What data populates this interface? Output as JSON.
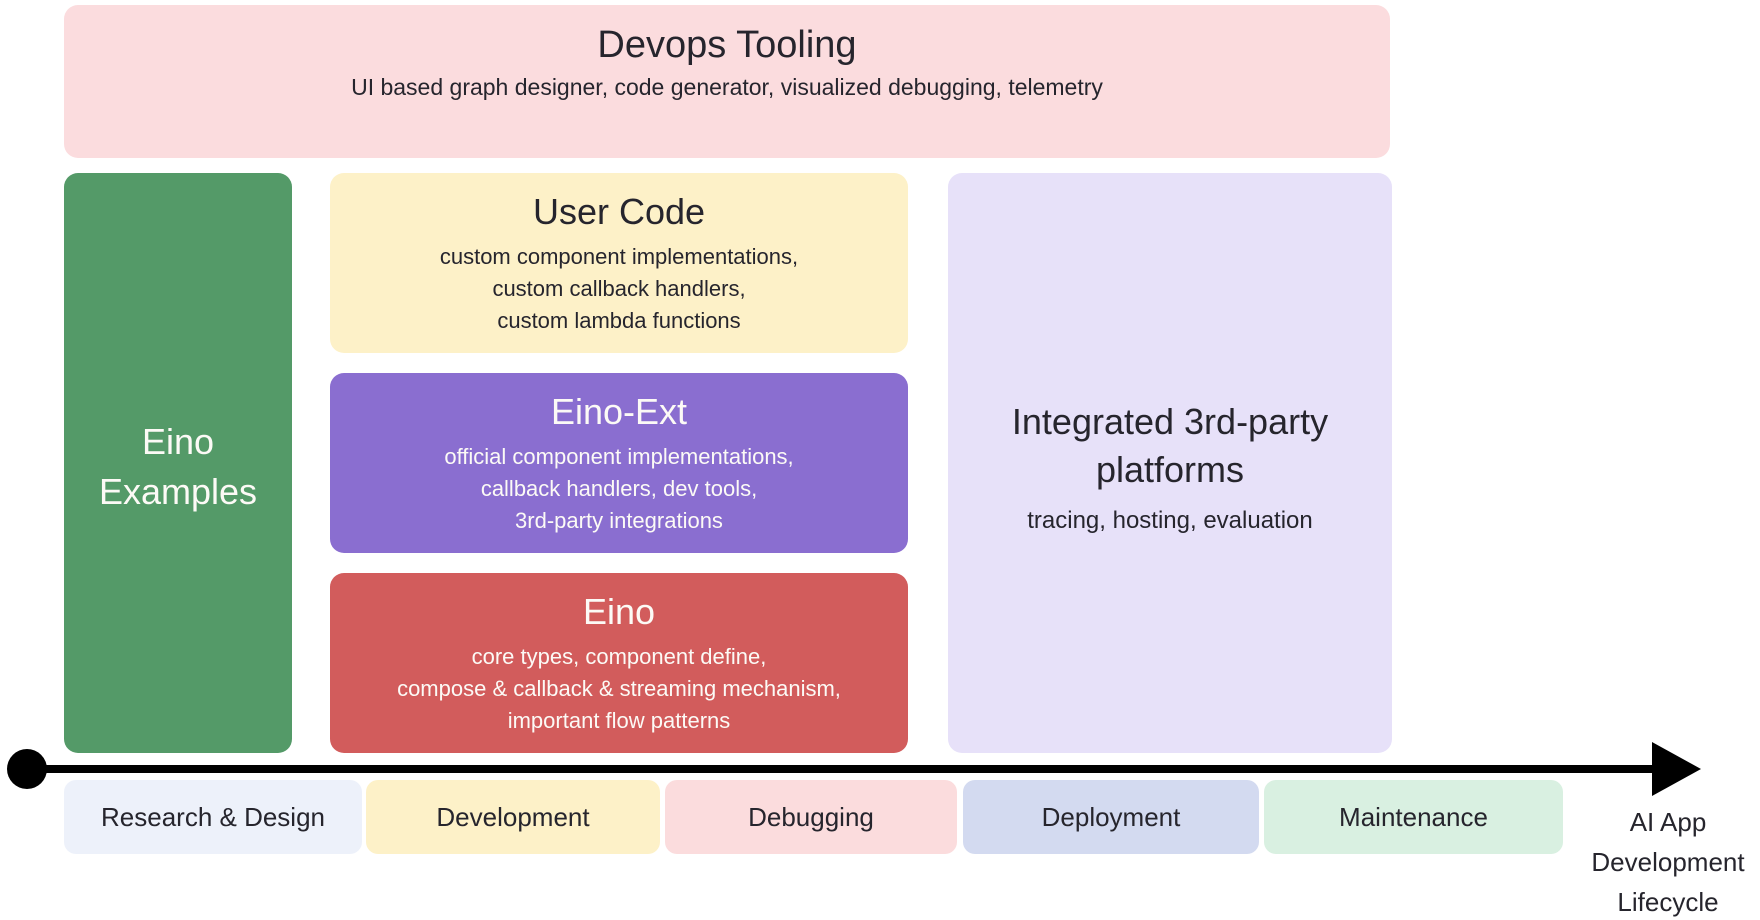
{
  "canvas": {
    "background": "#ffffff"
  },
  "devops_box": {
    "title": "Devops Tooling",
    "subtitle": "UI based graph designer, code generator, visualized debugging, telemetry",
    "color": "#fbdcde"
  },
  "eino_examples_box": {
    "lines": [
      "Eino",
      "Examples"
    ],
    "color": "#549a68"
  },
  "user_code_box": {
    "title": "User Code",
    "lines": [
      "custom component implementations,",
      "custom callback handlers,",
      "custom lambda functions"
    ],
    "color": "#fdf1c8"
  },
  "eino_ext_box": {
    "title": "Eino-Ext",
    "lines": [
      "official component implementations,",
      "callback handlers, dev tools,",
      "3rd-party integrations"
    ],
    "color": "#8a6ed0"
  },
  "eino_box": {
    "title": "Eino",
    "lines": [
      "core types, component define,",
      "compose & callback & streaming mechanism,",
      "important flow patterns"
    ],
    "color": "#d25c5c"
  },
  "integrated_box": {
    "title_lines": [
      "Integrated 3rd-party",
      "platforms"
    ],
    "subtitle": "tracing, hosting, evaluation",
    "color": "#e7e1f9"
  },
  "timeline": {
    "axis_color": "#000000",
    "stages": [
      {
        "label": "Research & Design",
        "color": "#edf1fa"
      },
      {
        "label": "Development",
        "color": "#fdf1c8"
      },
      {
        "label": "Debugging",
        "color": "#fbdcdd"
      },
      {
        "label": "Deployment",
        "color": "#d3daf0"
      },
      {
        "label": "Maintenance",
        "color": "#d9f0e1"
      }
    ],
    "axis_label_lines": [
      "AI App",
      "Development",
      "Lifecycle"
    ]
  }
}
